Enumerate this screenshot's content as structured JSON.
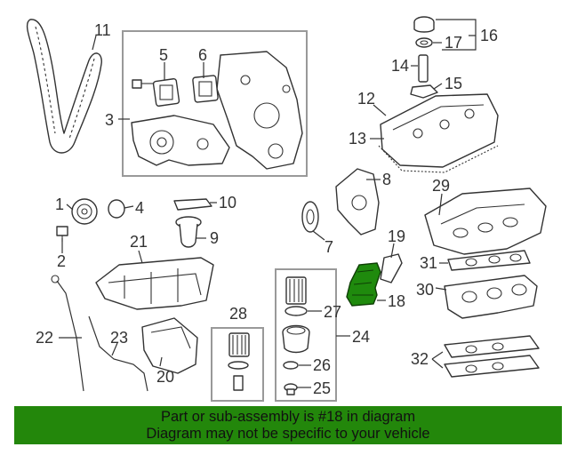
{
  "diagram": {
    "labels": {
      "n1": "1",
      "n2": "2",
      "n3": "3",
      "n4": "4",
      "n5": "5",
      "n6": "6",
      "n7": "7",
      "n8": "8",
      "n9": "9",
      "n10": "10",
      "n11": "11",
      "n12": "12",
      "n13": "13",
      "n14": "14",
      "n15": "15",
      "n16": "16",
      "n17": "17",
      "n18": "18",
      "n19": "19",
      "n20": "20",
      "n21": "21",
      "n22": "22",
      "n23": "23",
      "n24": "24",
      "n25": "25",
      "n26": "26",
      "n27": "27",
      "n28": "28",
      "n29": "29",
      "n30": "30",
      "n31": "31",
      "n32": "32"
    },
    "highlighted_part": "18",
    "highlight_color": "#1f8a0d"
  },
  "banner": {
    "line1": "Part or sub-assembly is #18 in diagram",
    "line2": "Diagram may not be specific to your vehicle",
    "background": "#23870b"
  }
}
